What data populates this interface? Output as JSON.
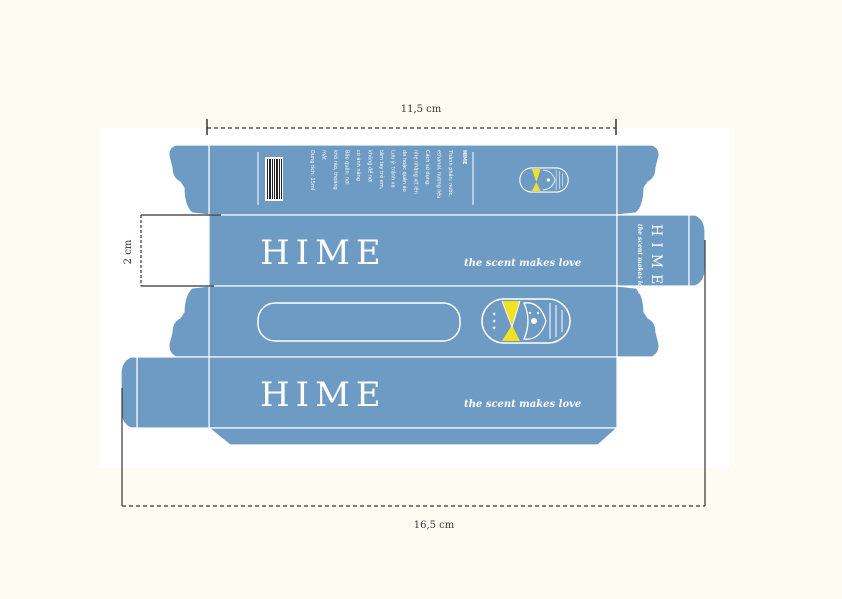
{
  "dimensions": {
    "top_width": "11,5 cm",
    "left_height": "2 cm",
    "bottom_width": "16,5 cm"
  },
  "brand": {
    "name": "HIME",
    "tagline": "the scent makes love"
  },
  "side_panel": {
    "title": "HIME",
    "text": [
      "Thành phần: nước,",
      "ethanol, hương liệu",
      "Cách sử dụng:",
      "nhẹ nhàng xịt lên",
      "da hoặc quần áo",
      "Lưu ý: tránh xa",
      "tầm tay trẻ em,",
      "không để nơi",
      "có ánh nắng",
      "Bảo quản: nơi",
      "khô ráo, thoáng",
      "mát",
      "Dung tích: 15ml"
    ]
  },
  "colors": {
    "box": "#6d9bc3",
    "line": "#ffffff",
    "emblem_yellow": "#f2e024",
    "background": "#fdfcf3",
    "sheet": "#ffffff"
  },
  "icons": [
    "barcode-icon",
    "hime-emblem-icon"
  ]
}
